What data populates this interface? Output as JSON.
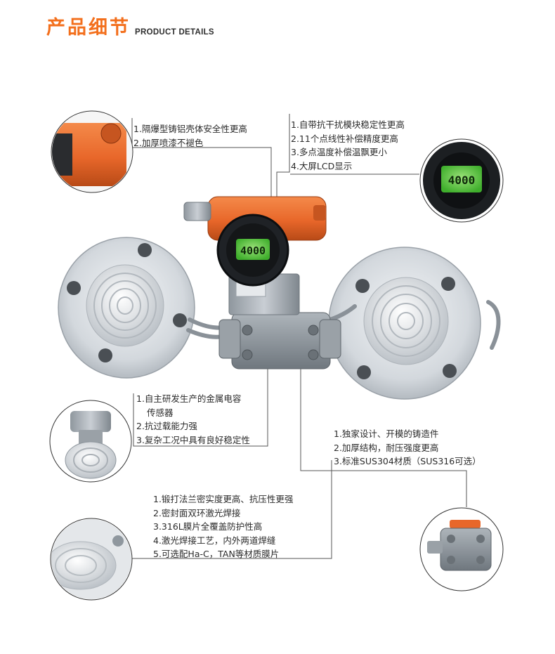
{
  "header": {
    "title_cn": "产品细节",
    "title_en": "PRODUCT DETAILS"
  },
  "lcd": {
    "main_value": "4000",
    "inset_value": "4000"
  },
  "features": {
    "housing": [
      "1.隔爆型铸铝壳体安全性更高",
      "2.加厚喷漆不褪色"
    ],
    "module": [
      "1.自带抗干扰模块稳定性更高",
      "2.11个点线性补偿精度更高",
      "3.多点温度补偿温飘更小",
      "4.大屏LCD显示"
    ],
    "sensor": [
      "1.自主研发生产的金属电容",
      "传感器",
      "2.抗过载能力强",
      "3.复杂工况中具有良好稳定性"
    ],
    "casting": [
      "1.独家设计、开模的铸造件",
      "2.加厚结构，耐压强度更高",
      "3.标准SUS304材质（SUS316可选）"
    ],
    "flange": [
      "1.锻打法兰密实度更高、抗压性更强",
      "2.密封面双环激光焊接",
      "3.316L膜片全覆盖防护性高",
      "4.激光焊接工艺，内外两道焊缝",
      "5.可选配Ha-C，TAN等材质膜片"
    ]
  },
  "colors": {
    "accent": "#f36f1c",
    "housing_orange": "#e8672a",
    "lcd_green": "#59c93e",
    "steel": "#c9ced4",
    "leader_line": "#555555"
  }
}
